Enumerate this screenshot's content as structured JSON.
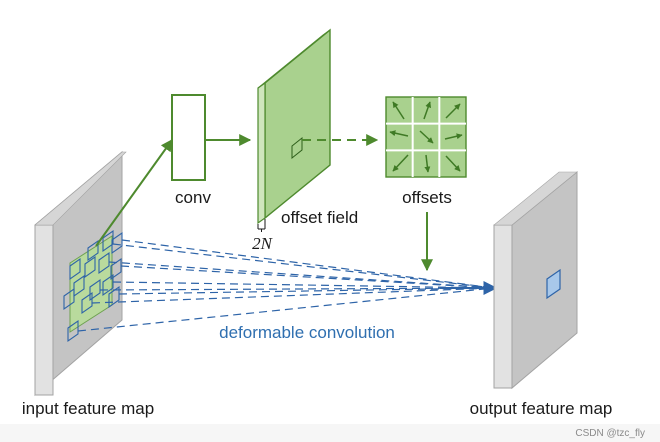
{
  "labels": {
    "conv": "conv",
    "offset_field": "offset field",
    "offsets": "offsets",
    "two_n": "2N",
    "deformable_convolution": "deformable convolution",
    "input_feature_map": "input feature map",
    "output_feature_map": "output feature map"
  },
  "watermark": "CSDN @tzc_fly",
  "colors": {
    "green_stroke": "#4e8a2e",
    "green_fill": "#a9d18e",
    "blue_stroke": "#2e64a8",
    "blue_text": "#2f6fb0",
    "map_face": "#c4c4c4",
    "map_side": "#e2e2e2"
  },
  "offset_arrow_icons": [
    "arrow-up-left-icon",
    "arrow-up-right-icon",
    "arrow-up-right-icon",
    "arrow-left-icon",
    "arrow-down-right-icon",
    "arrow-right-icon",
    "arrow-down-left-icon",
    "arrow-down-icon",
    "arrow-down-right-icon"
  ]
}
